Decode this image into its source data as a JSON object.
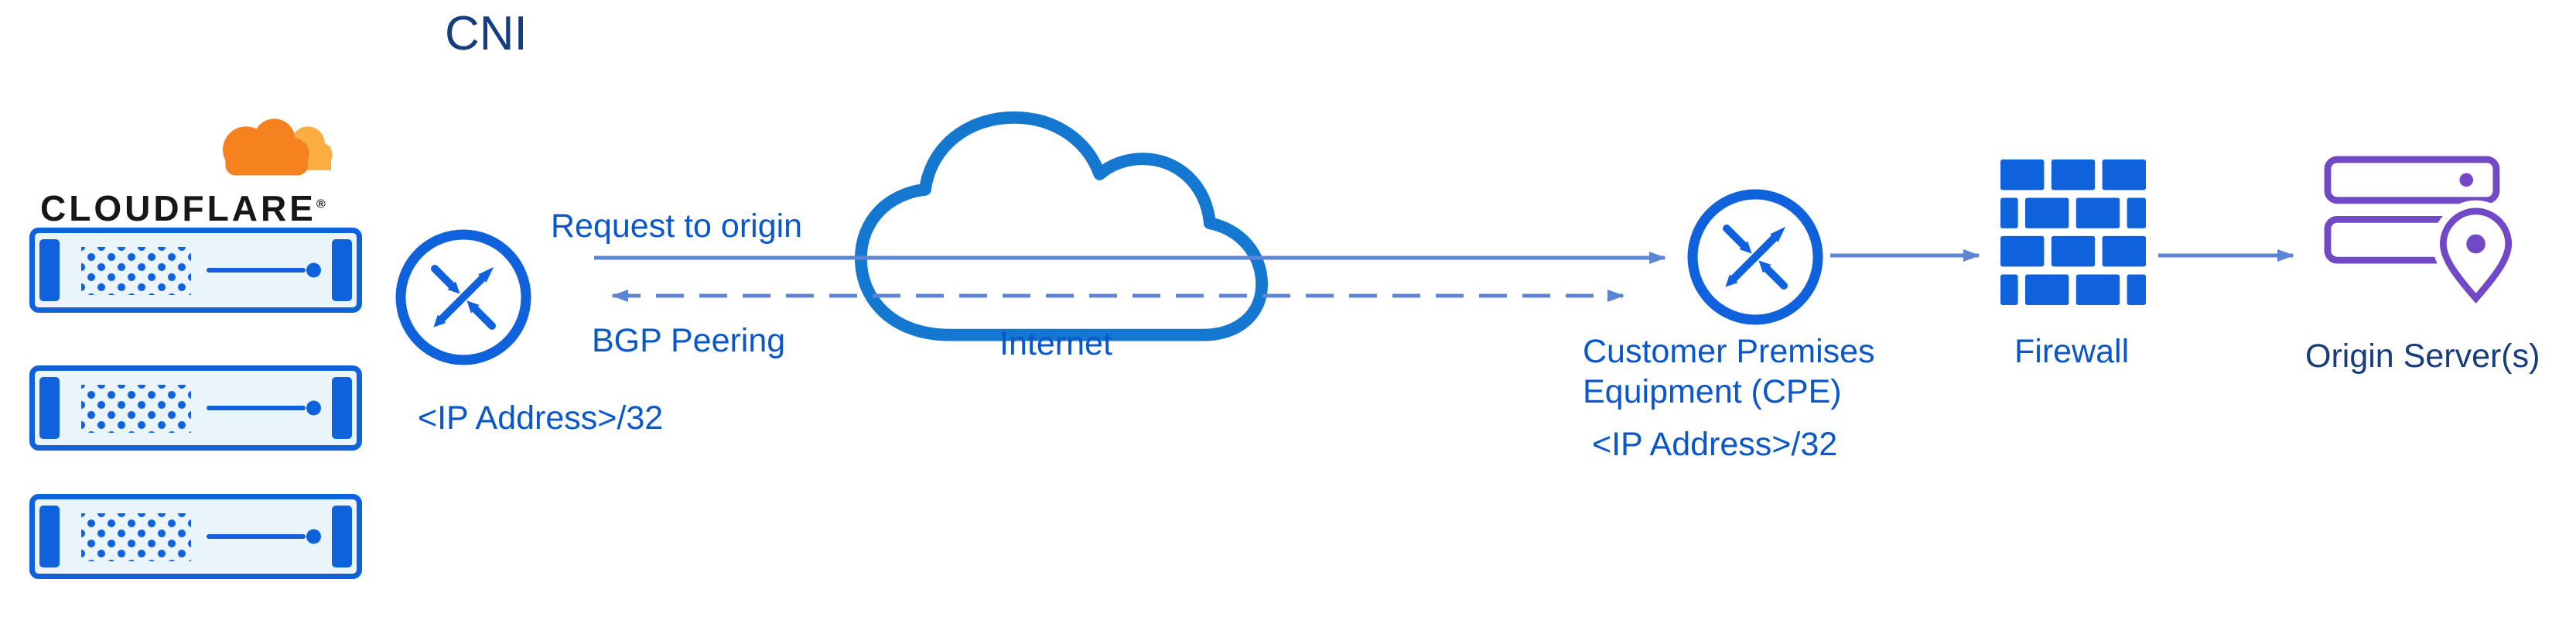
{
  "title": "CNI",
  "logo": {
    "brand": "CLOUDFLARE",
    "registered": "®",
    "icon": "cloudflare-cloud"
  },
  "edge": {
    "ip": "<IP Address>/32"
  },
  "flows": {
    "request": "Request to origin",
    "bgp": "BGP Peering"
  },
  "internet": {
    "label": "Internet"
  },
  "cpe": {
    "name": "Customer Premises Equipment (CPE)",
    "ip": "<IP Address>/32"
  },
  "firewall": {
    "label": "Firewall"
  },
  "origin": {
    "label": "Origin Server(s)"
  },
  "colors": {
    "icon_blue": "#0F62DB",
    "cloud_blue": "#1478D0",
    "arrow_blue": "#5C85D6",
    "label_blue": "#0A57CC",
    "navy": "#163C7D",
    "purple": "#7149C6",
    "orange": "#F6821F",
    "orange_light": "#FBAD41",
    "server_fill": "#EAF5FB"
  }
}
